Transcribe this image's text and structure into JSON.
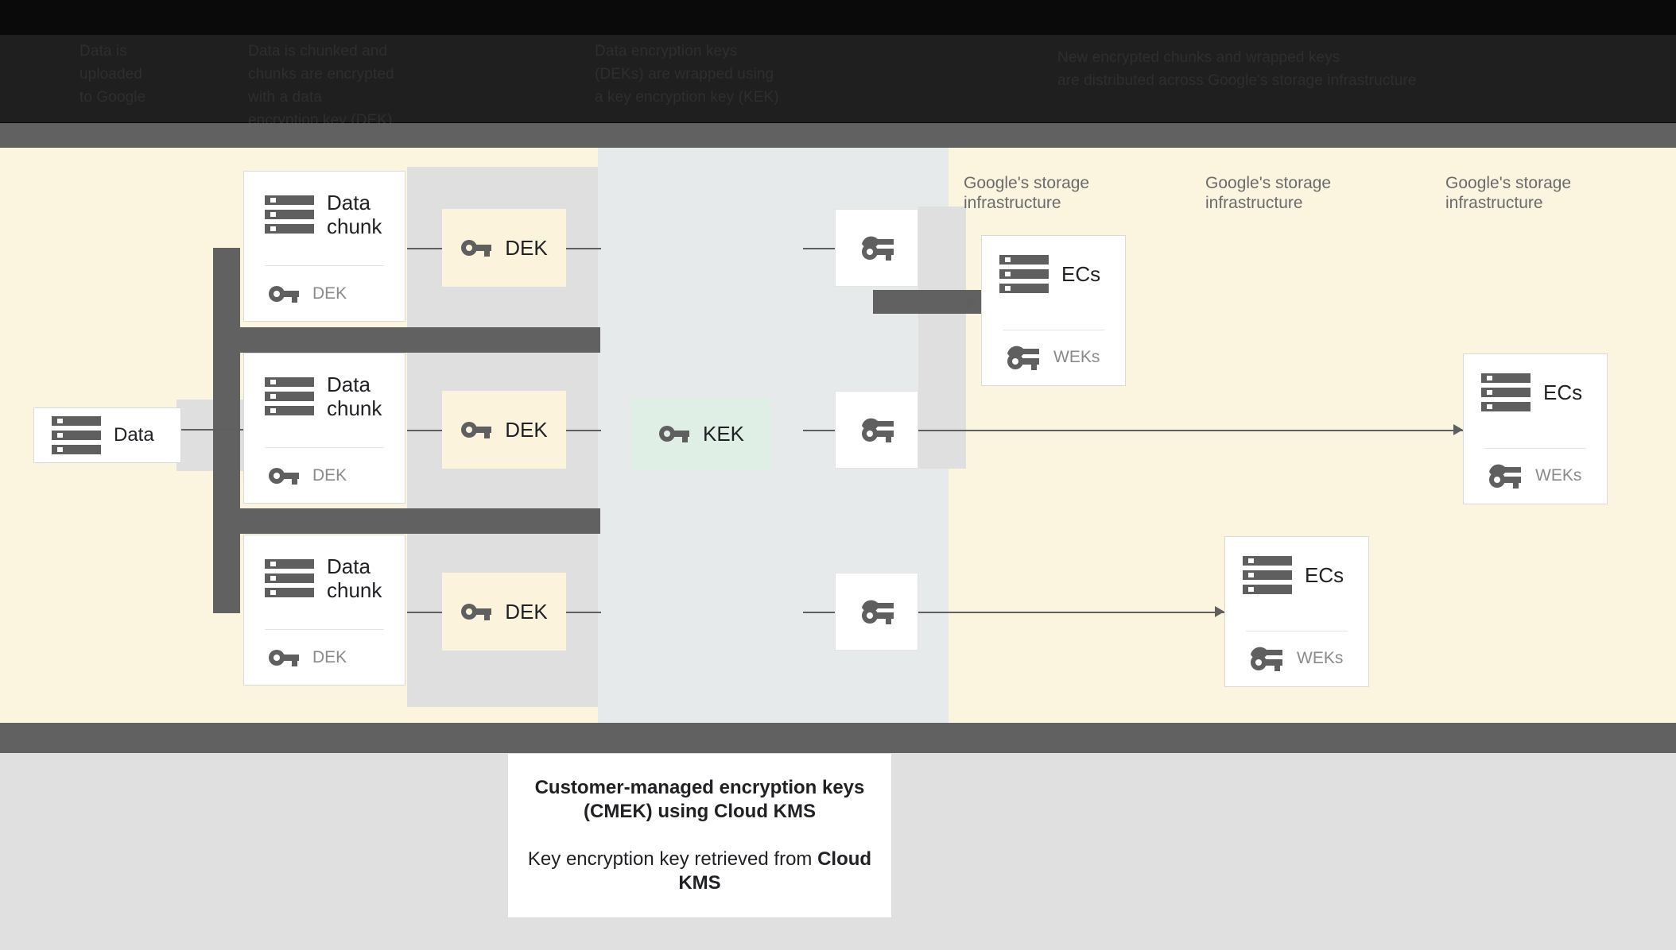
{
  "header": {
    "columns": [
      {
        "id": "upload",
        "text": "Data is\nuploaded\nto Google"
      },
      {
        "id": "chunk",
        "text": "Data is chunked and\nchunks are encrypted\nwith a data\nencryption key (DEK)"
      },
      {
        "id": "wrap",
        "text": "Data encryption keys\n(DEKs) are wrapped using\na key encryption key (KEK)"
      },
      {
        "id": "store",
        "text": "New encrypted chunks and wrapped keys\nare distributed across Google's storage infrastructure"
      }
    ]
  },
  "diagram": {
    "source_card": {
      "title": "Data",
      "icon": "storage-icon"
    },
    "chunks": [
      {
        "title": "Data\nchunk",
        "icon": "storage-icon",
        "sub_label": "DEK",
        "sub_icon": "key-icon"
      },
      {
        "title": "Data\nchunk",
        "icon": "storage-icon",
        "sub_label": "DEK",
        "sub_icon": "key-icon"
      },
      {
        "title": "Data\nchunk",
        "icon": "storage-icon",
        "sub_label": "DEK",
        "sub_icon": "key-icon"
      }
    ],
    "dek_chips": [
      {
        "label": "DEK",
        "icon": "key-icon"
      },
      {
        "label": "DEK",
        "icon": "key-icon"
      },
      {
        "label": "DEK",
        "icon": "key-icon"
      }
    ],
    "kek_chip": {
      "label": "KEK",
      "icon": "key-icon"
    },
    "wrapped_chips": [
      {
        "label": "",
        "icon": "wrapped-key-icon"
      },
      {
        "label": "",
        "icon": "wrapped-key-icon"
      },
      {
        "label": "",
        "icon": "wrapped-key-icon"
      }
    ],
    "infra_labels": [
      "Google's storage\ninfrastructure",
      "Google's storage\ninfrastructure",
      "Google's storage\ninfrastructure"
    ],
    "ec_cards": [
      {
        "title": "ECs",
        "icon": "storage-icon",
        "sub_label": "WEKs",
        "sub_icon": "wrapped-key-icon"
      },
      {
        "title": "ECs",
        "icon": "storage-icon",
        "sub_label": "WEKs",
        "sub_icon": "wrapped-key-icon"
      },
      {
        "title": "ECs",
        "icon": "storage-icon",
        "sub_label": "WEKs",
        "sub_icon": "wrapped-key-icon"
      }
    ]
  },
  "caption": {
    "line1": "Customer-managed encryption keys\n(CMEK) using Cloud KMS",
    "line2_prefix": "Key encryption key retrieved from ",
    "line2_strong": "Cloud KMS"
  },
  "colors": {
    "cream": "#FBF4DF",
    "blue_grey": "#E6EAEB",
    "band_grey": "#616161",
    "footer_grey": "#E0E0E0",
    "dek_chip": "#FBF3DC",
    "kek_chip": "#DFEFE6",
    "icon_grey": "#5f5f5f",
    "text_dark": "#202124",
    "text_muted": "#8a8a8a"
  }
}
